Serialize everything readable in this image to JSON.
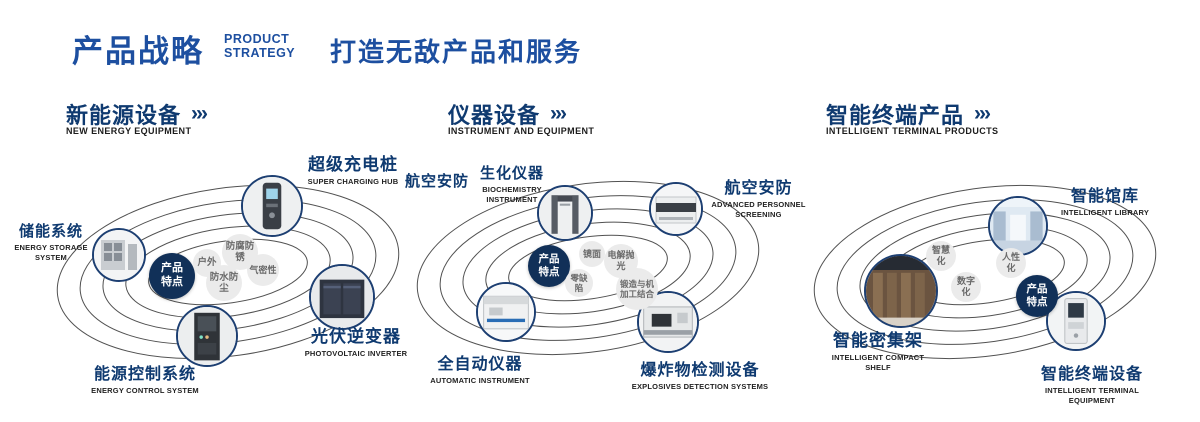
{
  "header": {
    "title": "产品战略",
    "subtitle_lines": [
      "PRODUCT",
      "STRATEGY"
    ],
    "slogan": "打造无敌产品和服务"
  },
  "colors": {
    "header_blue": "#1d4fa0",
    "navy": "#0f3a70",
    "badge_navy": "#113058",
    "bubble_bg": "#ebebeb",
    "bubble_text": "#6a6a6a",
    "orbit_stroke": "#333333"
  },
  "sections": [
    {
      "title": "新能源设备",
      "subtitle": "NEW ENERGY EQUIPMENT",
      "arrows": "›››",
      "badge": "产品特点",
      "products": [
        {
          "cn": "储能系统",
          "en": "ENERGY STORAGE SYSTEM"
        },
        {
          "cn": "超级充电桩",
          "en": "SUPER CHARGING HUB"
        },
        {
          "cn": "光伏逆变器",
          "en": "PHOTOVOLTAIC INVERTER"
        },
        {
          "cn": "能源控制系统",
          "en": "ENERGY CONTROL SYSTEM"
        }
      ],
      "features": [
        "户外",
        "防腐防锈",
        "气密性",
        "防水防尘"
      ]
    },
    {
      "title": "仪器设备",
      "subtitle": "INSTRUMENT AND EQUIPMENT",
      "arrows": "›››",
      "badge": "产品特点",
      "extra_label": "航空安防",
      "products": [
        {
          "cn": "生化仪器",
          "en": "BIOCHEMISTRY INSTRUMENT"
        },
        {
          "cn": "航空安防",
          "en": "ADVANCED PERSONNEL SCREENING"
        },
        {
          "cn": "全自动仪器",
          "en": "AUTOMATIC INSTRUMENT"
        },
        {
          "cn": "爆炸物检测设备",
          "en": "EXPLOSIVES DETECTION SYSTEMS"
        }
      ],
      "features": [
        "镜面",
        "电解抛光",
        "零缺陷",
        "锻造与机加工结合"
      ]
    },
    {
      "title": "智能终端产品",
      "subtitle": "INTELLIGENT TERMINAL PRODUCTS",
      "arrows": "›››",
      "badge": "产品特点",
      "products": [
        {
          "cn": "智能馆库",
          "en": "INTELLIGENT LIBRARY"
        },
        {
          "cn": "智能密集架",
          "en": "INTELLIGENT COMPACT SHELF"
        },
        {
          "cn": "智能终端设备",
          "en": "INTELLIGENT TERMINAL EQUIPMENT"
        }
      ],
      "features": [
        "智慧化",
        "人性化",
        "数字化"
      ]
    }
  ]
}
